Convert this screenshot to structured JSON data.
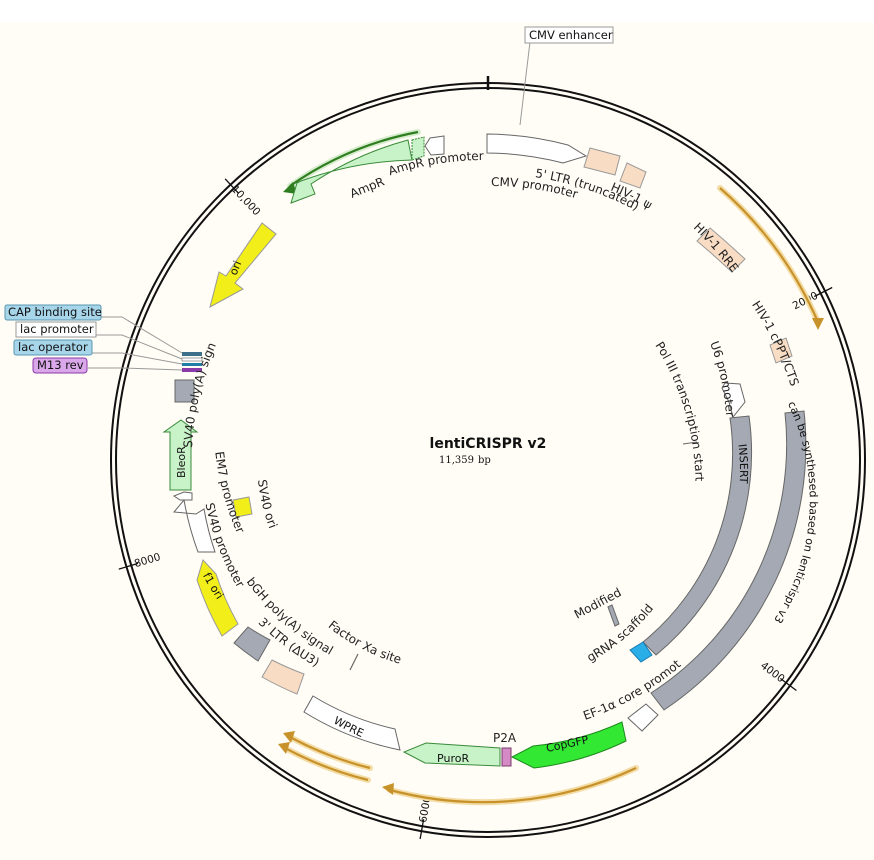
{
  "map": {
    "title": "lentiCRISPR v2",
    "length_value": "11,359",
    "length_unit": "bp",
    "total_bp": 11359,
    "background_color": "#fffdf6"
  },
  "ticks": [
    {
      "label": "2000",
      "pos": 2000
    },
    {
      "label": "4000",
      "pos": 4000
    },
    {
      "label": "6000",
      "pos": 6000
    },
    {
      "label": "8000",
      "pos": 8000
    },
    {
      "label": "10,000",
      "pos": 10000
    }
  ],
  "colors": {
    "green_light": "#c8f2c8",
    "green_bright": "#33e833",
    "yellow": "#f2ee1a",
    "peach": "#f9dcc4",
    "gray": "#a4a9b3",
    "blue": "#29aee8",
    "white": "#ffffff",
    "orange_arc": "#c8922a",
    "dark_green_arc": "#2e7d1e",
    "purple": "#d48ac4",
    "box_blue": "#a7d5ea"
  },
  "features": {
    "cmv_enhancer": "CMV enhancer",
    "cmv_promoter": "CMV promoter",
    "ltr5": "5' LTR (truncated)",
    "hiv_psi": "HIV-1 ψ",
    "hiv_rre": "HIV-1 RRE",
    "hiv_cppt": "HIV-1 cPPT/CTS",
    "u6_promoter": "U6 promoter",
    "pol3_start": "Pol III transcription start",
    "insert": "INSERT",
    "modified": "Modified",
    "grna": "gRNA scaffold",
    "lenticrispr_v3": "can be synthesed based on lenticrispr v3",
    "ef1a": "EF-1α core promoter",
    "copgfp": "CopGFP",
    "p2a": "P2A",
    "puror": "PuroR",
    "wpre": "WPRE",
    "factor_xa": "Factor Xa site",
    "ltr3": "3' LTR (ΔU3)",
    "bgh": "bGH poly(A) signal",
    "f1ori": "f1 ori",
    "sv40_promoter": "SV40 promoter",
    "sv40_ori": "SV40 ori",
    "em7": "EM7 promoter",
    "bleor": "BleoR",
    "sv40_polya": "SV40 poly(A) signal",
    "m13rev": "M13 rev",
    "lac_operator": "lac operator",
    "lac_promoter": "lac promoter",
    "cap_site": "CAP binding site",
    "ori": "ori",
    "ampr": "AmpR",
    "ampr_promoter": "AmpR promoter"
  }
}
